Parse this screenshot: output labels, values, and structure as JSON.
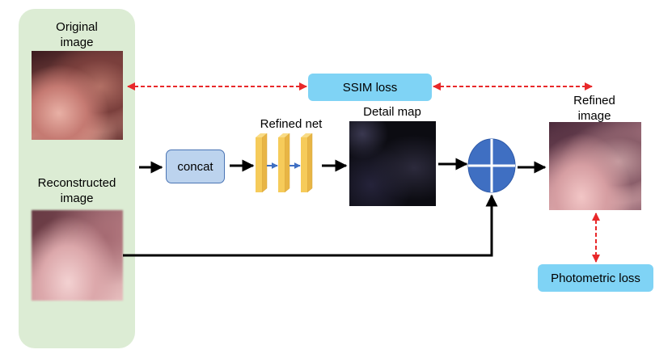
{
  "inputs_panel": {
    "original_label": "Original\nimage",
    "reconstructed_label": "Reconstructed\nimage"
  },
  "concat_label": "concat",
  "refined_net_label": "Refined net",
  "detail_map_label": "Detail map",
  "refined_image_label": "Refined\nimage",
  "ssim_loss_label": "SSIM loss",
  "photometric_loss_label": "Photometric loss",
  "colors": {
    "panel_bg": "#dcecd4",
    "loss_box": "#7fd3f5",
    "concat_box": "#bcd3ee",
    "concat_border": "#4a74b4",
    "layer_fill": "#f6cb5a",
    "adder_fill": "#3f6fc2",
    "dashed_arrow": "#e8282a"
  }
}
